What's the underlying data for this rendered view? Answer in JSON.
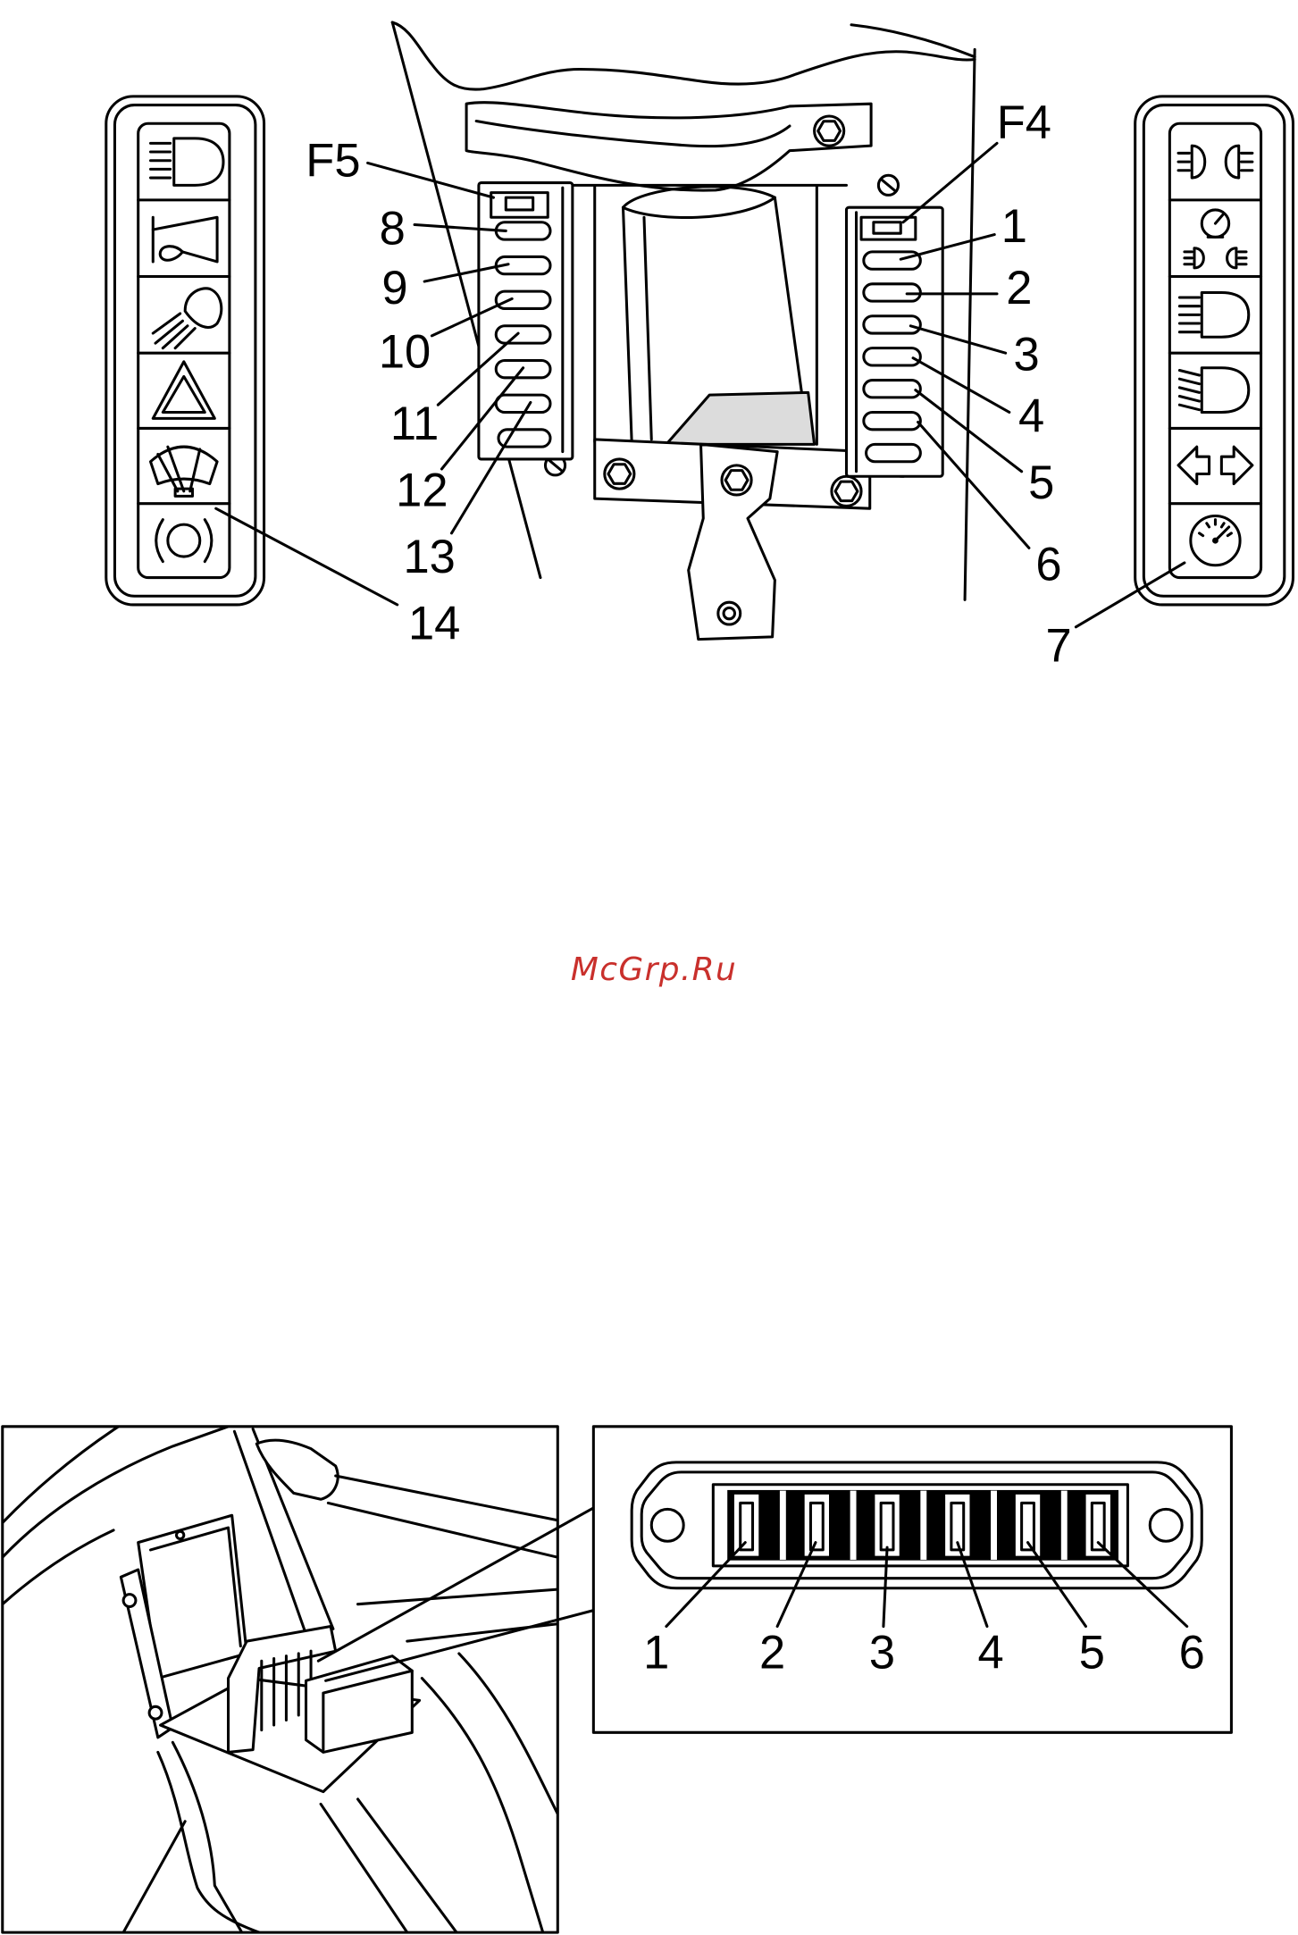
{
  "top_figure": {
    "left_fuse_block": {
      "label": "F5",
      "callouts": [
        "8",
        "9",
        "10",
        "11",
        "12",
        "13"
      ]
    },
    "right_fuse_block": {
      "label": "F4",
      "callouts": [
        "1",
        "2",
        "3",
        "4",
        "5",
        "6"
      ]
    },
    "left_switch_panel": {
      "callout": "14",
      "icons": [
        "high-beam-icon",
        "horn-icon",
        "fog-light-icon",
        "hazard-warning-icon",
        "windshield-wiper-icon",
        "brake-warning-icon"
      ]
    },
    "right_switch_panel": {
      "callout": "7",
      "icons": [
        "parking-lights-icon",
        "instrument-lights-icon",
        "high-beam-icon",
        "low-beam-icon",
        "turn-signal-icon",
        "speedometer-icon"
      ]
    }
  },
  "watermark": "McGrp.Ru",
  "bottom_figure": {
    "connector_pin_labels": [
      "1",
      "2",
      "3",
      "4",
      "5",
      "6"
    ]
  },
  "colors": {
    "line": "#000000",
    "watermark": "#c9302c",
    "background": "#ffffff"
  }
}
